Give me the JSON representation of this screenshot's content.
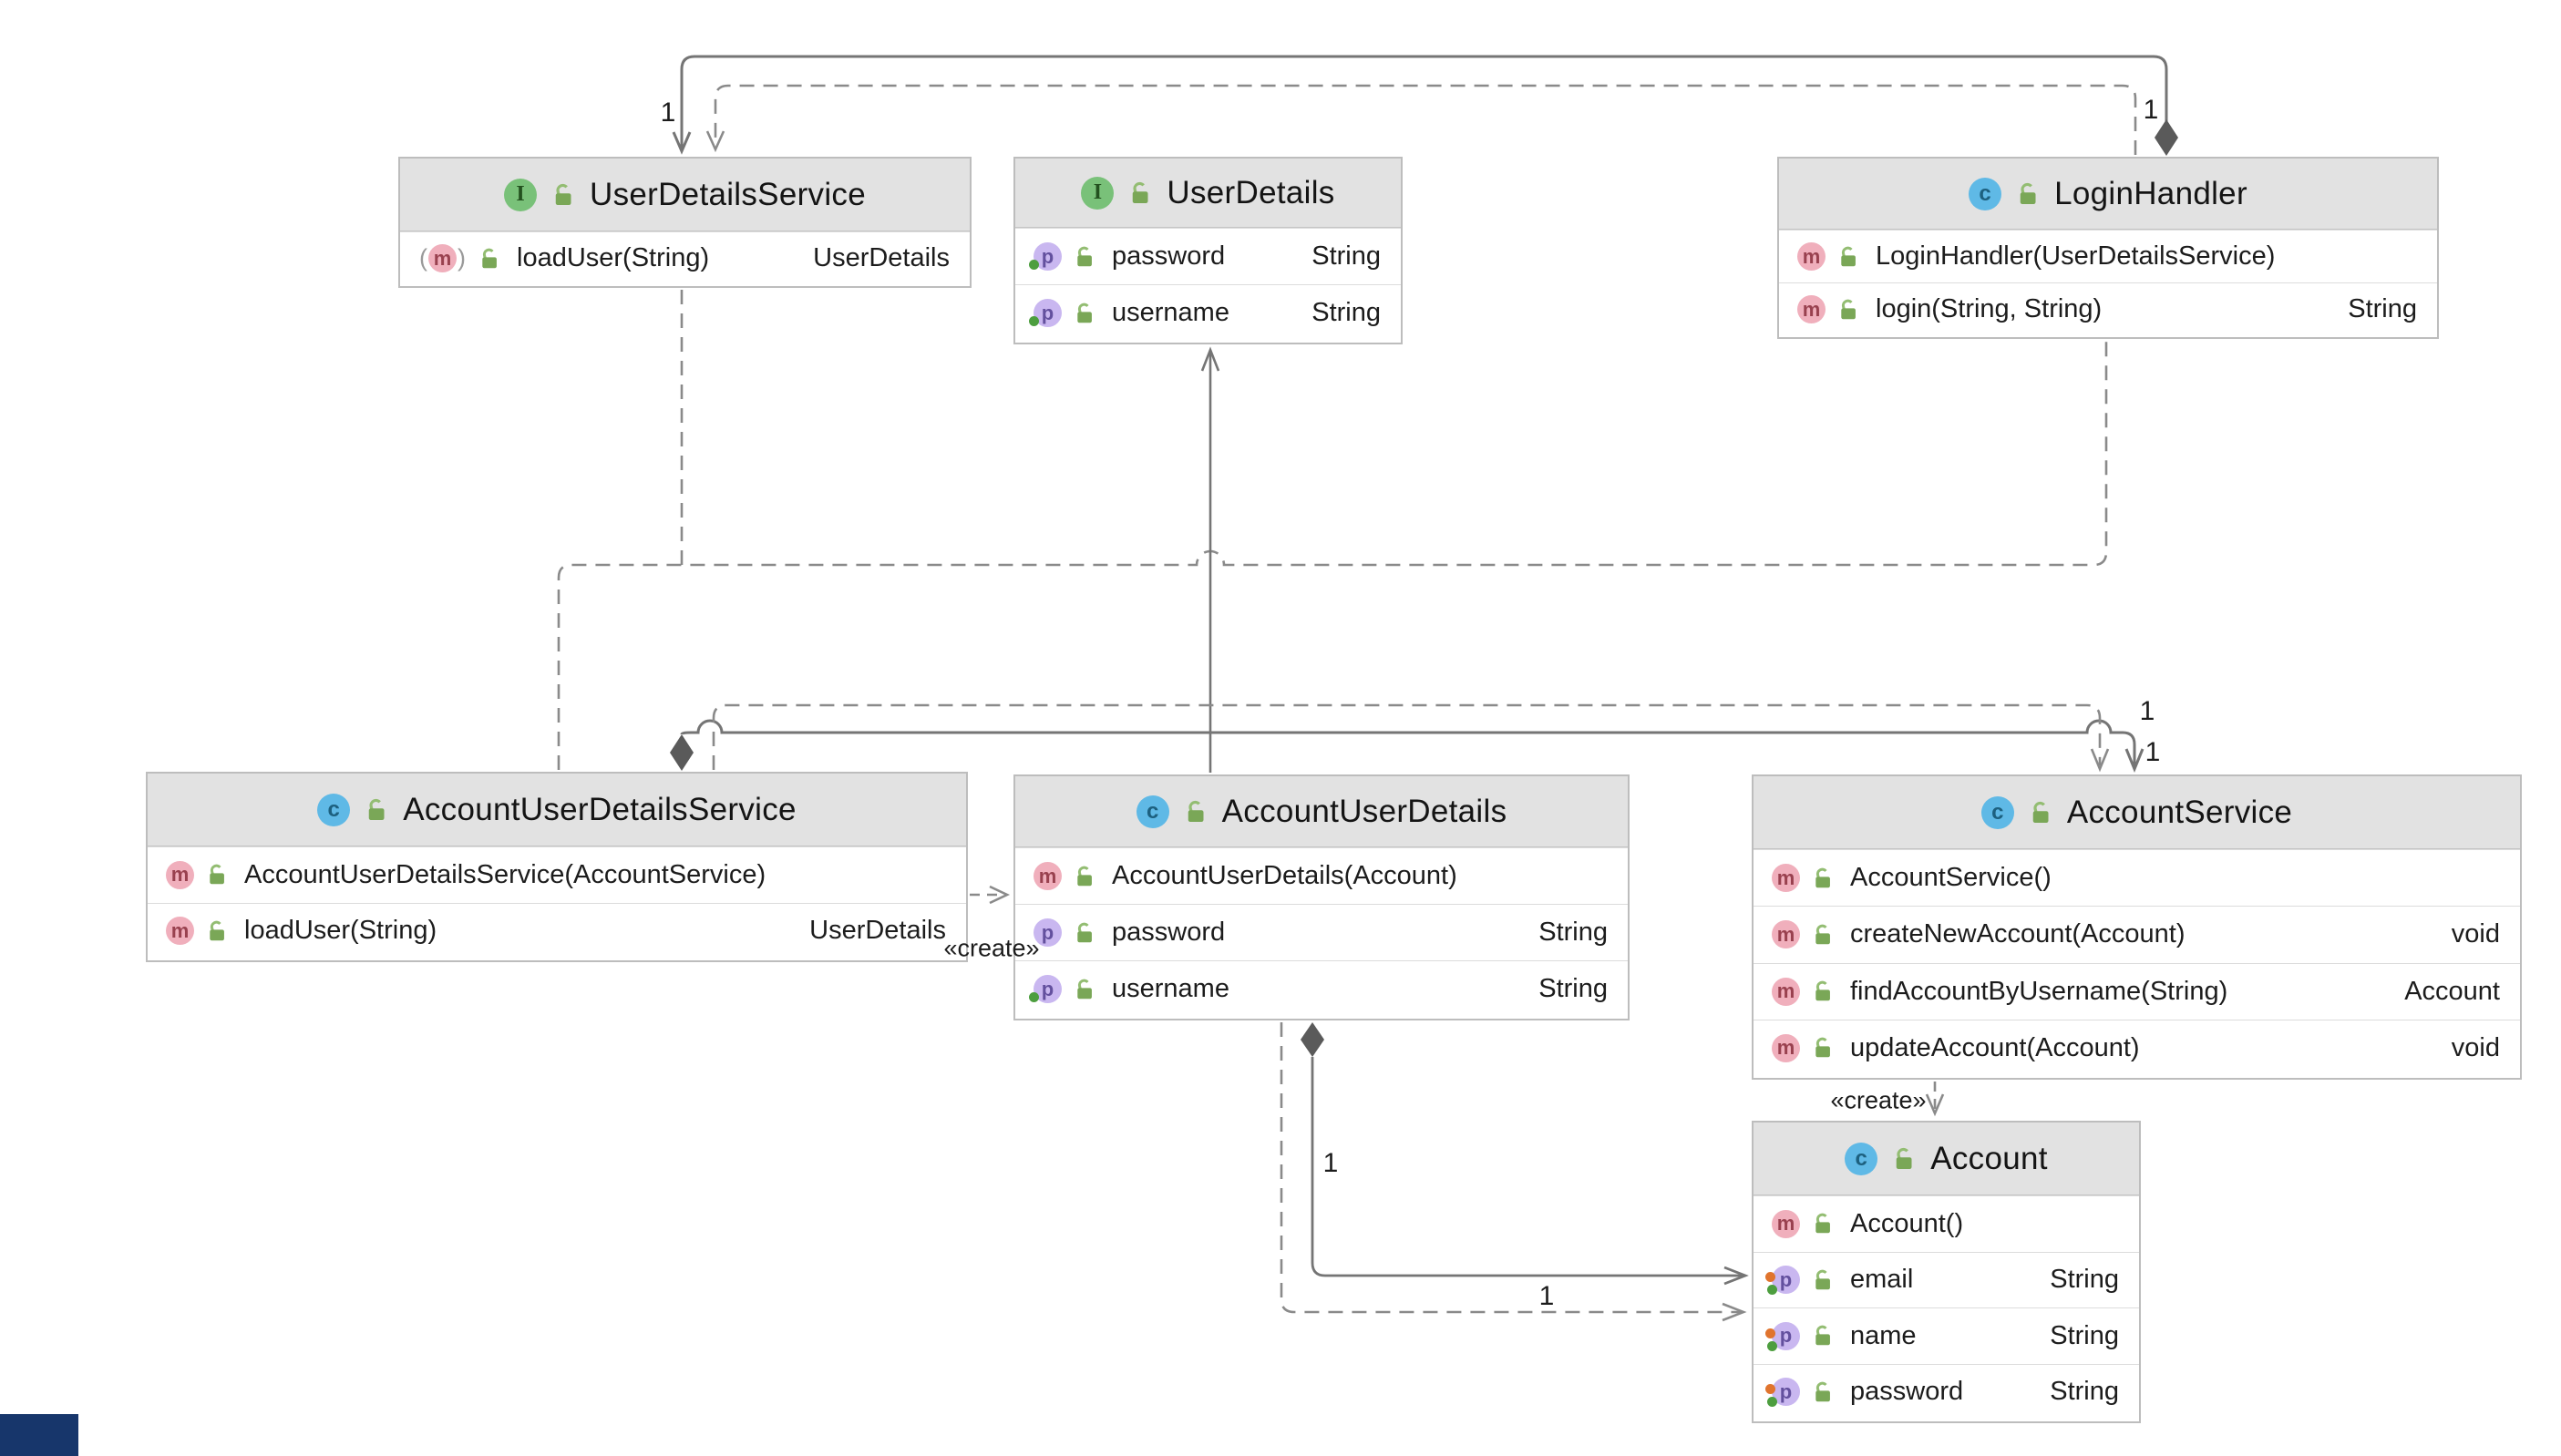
{
  "icon_glyphs": {
    "interface": "I",
    "class": "c",
    "method": "m",
    "property": "p"
  },
  "classes": {
    "uds": {
      "kind": "interface",
      "name": "UserDetailsService",
      "rows": [
        {
          "icon": "abstract-method",
          "label": "loadUser(String)",
          "type": "UserDetails",
          "dots": []
        }
      ]
    },
    "ud": {
      "kind": "interface",
      "name": "UserDetails",
      "rows": [
        {
          "icon": "property",
          "label": "password",
          "type": "String",
          "dots": [
            "green"
          ]
        },
        {
          "icon": "property",
          "label": "username",
          "type": "String",
          "dots": [
            "green"
          ]
        }
      ]
    },
    "lh": {
      "kind": "class",
      "name": "LoginHandler",
      "rows": [
        {
          "icon": "method",
          "label": "LoginHandler(UserDetailsService)",
          "type": "",
          "dots": []
        },
        {
          "icon": "method",
          "label": "login(String, String)",
          "type": "String",
          "dots": []
        }
      ]
    },
    "auds": {
      "kind": "class",
      "name": "AccountUserDetailsService",
      "rows": [
        {
          "icon": "method",
          "label": "AccountUserDetailsService(AccountService)",
          "type": "",
          "dots": []
        },
        {
          "icon": "method",
          "label": "loadUser(String)",
          "type": "UserDetails",
          "dots": []
        }
      ]
    },
    "aud": {
      "kind": "class",
      "name": "AccountUserDetails",
      "rows": [
        {
          "icon": "method",
          "label": "AccountUserDetails(Account)",
          "type": "",
          "dots": []
        },
        {
          "icon": "property",
          "label": "password",
          "type": "String",
          "dots": []
        },
        {
          "icon": "property",
          "label": "username",
          "type": "String",
          "dots": [
            "green"
          ]
        }
      ]
    },
    "as": {
      "kind": "class",
      "name": "AccountService",
      "rows": [
        {
          "icon": "method",
          "label": "AccountService()",
          "type": "",
          "dots": []
        },
        {
          "icon": "method",
          "label": "createNewAccount(Account)",
          "type": "void",
          "dots": []
        },
        {
          "icon": "method",
          "label": "findAccountByUsername(String)",
          "type": "Account",
          "dots": []
        },
        {
          "icon": "method",
          "label": "updateAccount(Account)",
          "type": "void",
          "dots": []
        }
      ]
    },
    "ac": {
      "kind": "class",
      "name": "Account",
      "rows": [
        {
          "icon": "method",
          "label": "Account()",
          "type": "",
          "dots": []
        },
        {
          "icon": "property",
          "label": "email",
          "type": "String",
          "dots": [
            "orange",
            "green"
          ]
        },
        {
          "icon": "property",
          "label": "name",
          "type": "String",
          "dots": [
            "orange",
            "green"
          ]
        },
        {
          "icon": "property",
          "label": "password",
          "type": "String",
          "dots": [
            "orange",
            "green"
          ]
        }
      ]
    }
  },
  "edge_labels": {
    "top_left_mult": "1",
    "top_right_mult": "1",
    "as_upper_mult": "1",
    "as_lower_mult": "1",
    "aud_ac_vertical_mult": "1",
    "aud_ac_horizontal_mult": "1",
    "create_to_accountuserdetails": "«create»",
    "create_to_account": "«create»"
  },
  "colors": {
    "box_header": "#e2e2e2",
    "box_border": "#bdbdbd",
    "edge_solid": "#757575",
    "edge_dashed": "#8a8a8a",
    "interface_icon": "#79c179",
    "class_icon": "#5fb9e6",
    "method_icon": "#f0afbc",
    "property_icon": "#c9b7f0",
    "lock_icon": "#7aa757",
    "corner_block": "#17366b"
  }
}
